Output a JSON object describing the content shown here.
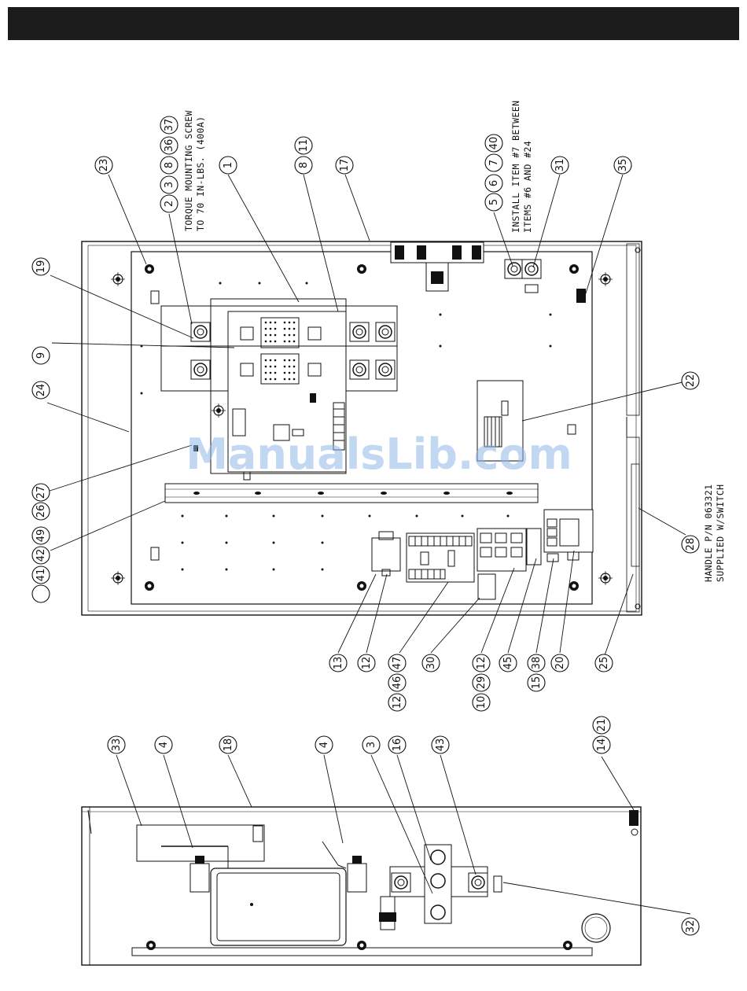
{
  "header": {
    "bar_color": "#1c1c1c"
  },
  "watermark": "ManualsLib.com",
  "notes": {
    "torque_1": "TORQUE MOUNTING SCREW",
    "torque_2": "TO 70 IN-LBS. (400A)",
    "install_1": "INSTALL ITEM #7 BETWEEN",
    "install_2": "ITEMS #6 AND #24",
    "handle_1": "HANDLE P/N 063321",
    "handle_2": "SUPPLIED W/SWITCH"
  },
  "callouts": {
    "c23": "23",
    "c2": "2",
    "c3": "3",
    "c8a": "8",
    "c36": "36",
    "c37": "37",
    "c1": "1",
    "c8b": "8",
    "c11": "11",
    "c17": "17",
    "c5": "5",
    "c6": "6",
    "c7": "7",
    "c40": "40",
    "c31": "31",
    "c35": "35",
    "c19": "19",
    "c9": "9",
    "c24": "24",
    "c27": "27",
    "c26": "26",
    "c49": "49",
    "c42a": "42",
    "c41": "41",
    "c22": "22",
    "c28": "28",
    "c13": "13",
    "c12a": "12",
    "c47": "47",
    "c46": "46",
    "c12b": "12",
    "c30": "30",
    "c12c": "12",
    "c29": "29",
    "c10": "10",
    "c45": "45",
    "c38": "38",
    "c15": "15",
    "c20": "20",
    "c25": "25",
    "c33": "33",
    "c4a": "4",
    "c18": "18",
    "c4b": "4",
    "c3b": "3",
    "c16": "16",
    "c43": "43",
    "c21": "21",
    "c14": "14",
    "c32": "32"
  }
}
